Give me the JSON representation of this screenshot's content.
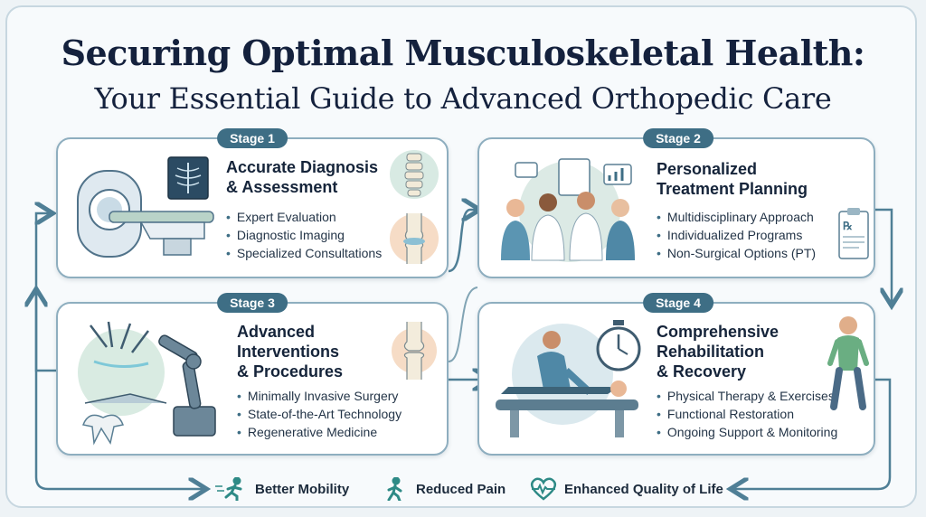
{
  "title": {
    "line1": "Securing Optimal Musculoskeletal Health:",
    "line2": "Your Essential Guide to Advanced Orthopedic Care"
  },
  "stages": [
    {
      "badge": "Stage 1",
      "title": "Accurate Diagnosis\n& Assessment",
      "bullets": [
        "Expert Evaluation",
        "Diagnostic Imaging",
        "Specialized Consultations"
      ]
    },
    {
      "badge": "Stage 2",
      "title": "Personalized\nTreatment Planning",
      "bullets": [
        "Multidisciplinary Approach",
        "Individualized Programs",
        "Non-Surgical Options (PT)"
      ]
    },
    {
      "badge": "Stage 3",
      "title": "Advanced\nInterventions\n& Procedures",
      "bullets": [
        "Minimally Invasive Surgery",
        "State-of-the-Art Technology",
        "Regenerative Medicine"
      ]
    },
    {
      "badge": "Stage 4",
      "title": "Comprehensive\nRehabilitation\n& Recovery",
      "bullets": [
        "Physical Therapy & Exercises",
        "Functional Restoration",
        "Ongoing Support & Monitoring"
      ]
    }
  ],
  "outcomes": [
    {
      "label": "Better Mobility",
      "icon": "running-person-icon"
    },
    {
      "label": "Reduced Pain",
      "icon": "walking-person-icon"
    },
    {
      "label": "Enhanced Quality of Life",
      "icon": "heartbeat-icon"
    }
  ],
  "colors": {
    "accent": "#3e6e85",
    "card_border": "#8eaebf",
    "title_text": "#14213d",
    "background": "#eef3f6",
    "flow_arrow": "#4f7f96"
  }
}
